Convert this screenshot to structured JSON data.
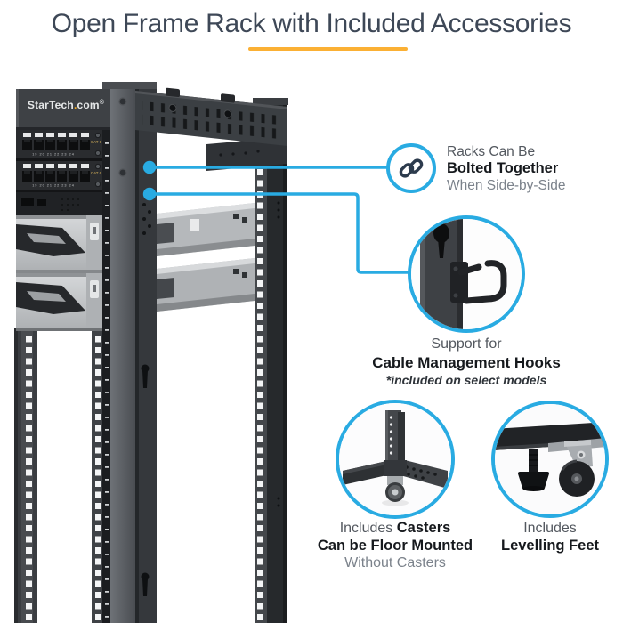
{
  "title": {
    "text": "Open Frame Rack with Included Accessories"
  },
  "colors": {
    "accent_blue": "#29ABE2",
    "accent_yellow": "#FBB034",
    "icon_navy": "#2C3B4D",
    "title_color": "#3E4857"
  },
  "rack": {
    "logo": {
      "part1": "StarTech",
      "dot": ".",
      "part2": "com",
      "registered": "®"
    },
    "panel_label": "CAT 6",
    "port_numbers": "19 20 21 22 23 24"
  },
  "callouts": {
    "bolted_together": {
      "icon": "link-icon",
      "lines": [
        "Racks Can Be",
        "Bolted Together",
        "When Side-by-Side"
      ]
    },
    "cable_hooks": {
      "lines": [
        "Support for",
        "Cable Management Hooks",
        "*included on select models"
      ]
    },
    "casters": {
      "line1_regular": "Includes",
      "line1_bold": "Casters",
      "line2": "Can be Floor Mounted",
      "line3": "Without Casters"
    },
    "levelling_feet": {
      "line1": "Includes",
      "line2": "Levelling Feet"
    }
  }
}
